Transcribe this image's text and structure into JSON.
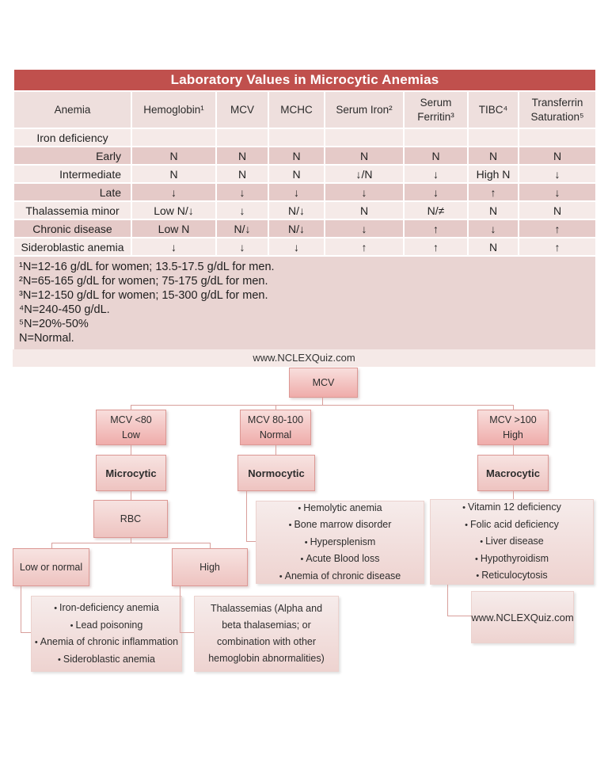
{
  "table": {
    "title": "Laboratory Values in Microcytic Anemias",
    "columns": [
      "Anemia",
      "Hemoglobin¹",
      "MCV",
      "MCHC",
      "Serum Iron²",
      "Serum Ferritin³",
      "TIBC⁴",
      "Transferrin Saturation⁵"
    ],
    "rows": [
      {
        "label": "Iron deficiency",
        "align": "center",
        "shade": "light",
        "values": [
          "",
          "",
          "",
          "",
          "",
          "",
          ""
        ]
      },
      {
        "label": "Early",
        "align": "right",
        "shade": "dark",
        "values": [
          "N",
          "N",
          "N",
          "N",
          "N",
          "N",
          "N"
        ]
      },
      {
        "label": "Intermediate",
        "align": "right",
        "shade": "light",
        "values": [
          "N",
          "N",
          "N",
          "↓/N",
          "↓",
          "High N",
          "↓"
        ]
      },
      {
        "label": "Late",
        "align": "right",
        "shade": "dark",
        "values": [
          "↓",
          "↓",
          "↓",
          "↓",
          "↓",
          "↑",
          "↓"
        ]
      },
      {
        "label": "Thalassemia minor",
        "align": "center",
        "shade": "light",
        "values": [
          "Low N/↓",
          "↓",
          "N/↓",
          "N",
          "N/≠",
          "N",
          "N"
        ]
      },
      {
        "label": "Chronic disease",
        "align": "center",
        "shade": "dark",
        "values": [
          "Low N",
          "N/↓",
          "N/↓",
          "↓",
          "↑",
          "↓",
          "↑"
        ]
      },
      {
        "label": "Sideroblastic anemia",
        "align": "center",
        "shade": "light",
        "values": [
          "↓",
          "↓",
          "↓",
          "↑",
          "↑",
          "N",
          "↑"
        ]
      }
    ],
    "footnotes": [
      "¹N=12-16 g/dL for women; 13.5-17.5 g/dL for men.",
      "²N=65-165 g/dL for women; 75-175 g/dL for men.",
      "³N=12-150 g/dL for women; 15-300 g/dL for men.",
      "⁴N=240-450 g/dL.",
      "⁵N=20%-50%",
      "N=Normal."
    ],
    "watermark": "www.NCLEXQuiz.com"
  },
  "flowchart": {
    "root": "MCV",
    "level1": [
      {
        "top": "MCV <80",
        "bottom": "Low"
      },
      {
        "top": "MCV 80-100",
        "bottom": "Normal"
      },
      {
        "top": "MCV >100",
        "bottom": "High"
      }
    ],
    "categories": {
      "microcytic": "Microcytic",
      "normocytic": "Normocytic",
      "macrocytic": "Macrocytic"
    },
    "rbc": "RBC",
    "rbc_low": "Low or normal",
    "rbc_high": "High",
    "microcytic_low_list": [
      "Iron-deficiency anemia",
      "Lead poisoning",
      "Anemia of chronic inflammation",
      "Sideroblastic anemia"
    ],
    "thalassemia_lines": [
      "Thalassemias (Alpha and",
      "beta thalasemias; or",
      "combination with other",
      "hemoglobin abnormalities)"
    ],
    "normocytic_list": [
      "Hemolytic anemia",
      "Bone marrow disorder",
      "Hypersplenism",
      "Acute Blood loss",
      "Anemia of chronic disease"
    ],
    "macrocytic_list": [
      "Vitamin 12 deficiency",
      "Folic acid deficiency",
      "Liver disease",
      "Hypothyroidism",
      "Reticulocytosis"
    ],
    "site_box": "www.NCLEXQuiz.com"
  },
  "colors": {
    "title_bar": "#c0504d",
    "header_row": "#eedfdd",
    "row_light": "#f5eae8",
    "row_dark": "#e5cac8",
    "footnote_bg": "#e9d4d2",
    "band_bg": "#f5e9e7",
    "node_border": "#dc9894",
    "connector": "#d89f9b"
  }
}
